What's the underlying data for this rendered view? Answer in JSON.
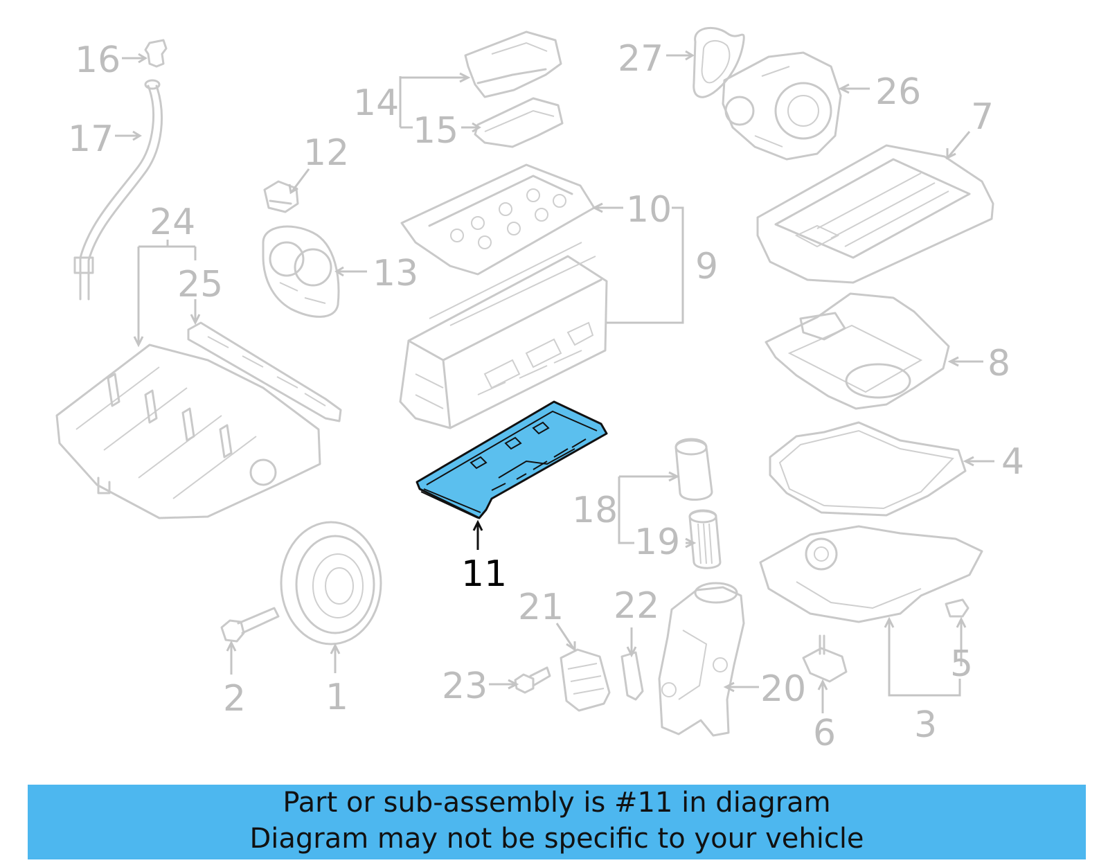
{
  "diagram": {
    "highlighted_part": "11",
    "highlight_color": "#5bbfee",
    "callouts": [
      {
        "id": "1",
        "label": "1"
      },
      {
        "id": "2",
        "label": "2"
      },
      {
        "id": "3",
        "label": "3"
      },
      {
        "id": "4",
        "label": "4"
      },
      {
        "id": "5",
        "label": "5"
      },
      {
        "id": "6",
        "label": "6"
      },
      {
        "id": "7",
        "label": "7"
      },
      {
        "id": "8",
        "label": "8"
      },
      {
        "id": "9",
        "label": "9"
      },
      {
        "id": "10",
        "label": "10"
      },
      {
        "id": "11",
        "label": "11"
      },
      {
        "id": "12",
        "label": "12"
      },
      {
        "id": "13",
        "label": "13"
      },
      {
        "id": "14",
        "label": "14"
      },
      {
        "id": "15",
        "label": "15"
      },
      {
        "id": "16",
        "label": "16"
      },
      {
        "id": "17",
        "label": "17"
      },
      {
        "id": "18",
        "label": "18"
      },
      {
        "id": "19",
        "label": "19"
      },
      {
        "id": "20",
        "label": "20"
      },
      {
        "id": "21",
        "label": "21"
      },
      {
        "id": "22",
        "label": "22"
      },
      {
        "id": "23",
        "label": "23"
      },
      {
        "id": "24",
        "label": "24"
      },
      {
        "id": "25",
        "label": "25"
      },
      {
        "id": "26",
        "label": "26"
      },
      {
        "id": "27",
        "label": "27"
      }
    ]
  },
  "banner": {
    "line1": "Part or sub-assembly is #11 in diagram",
    "line2": "Diagram may not be specific to your vehicle",
    "background": "#4db7ef"
  }
}
